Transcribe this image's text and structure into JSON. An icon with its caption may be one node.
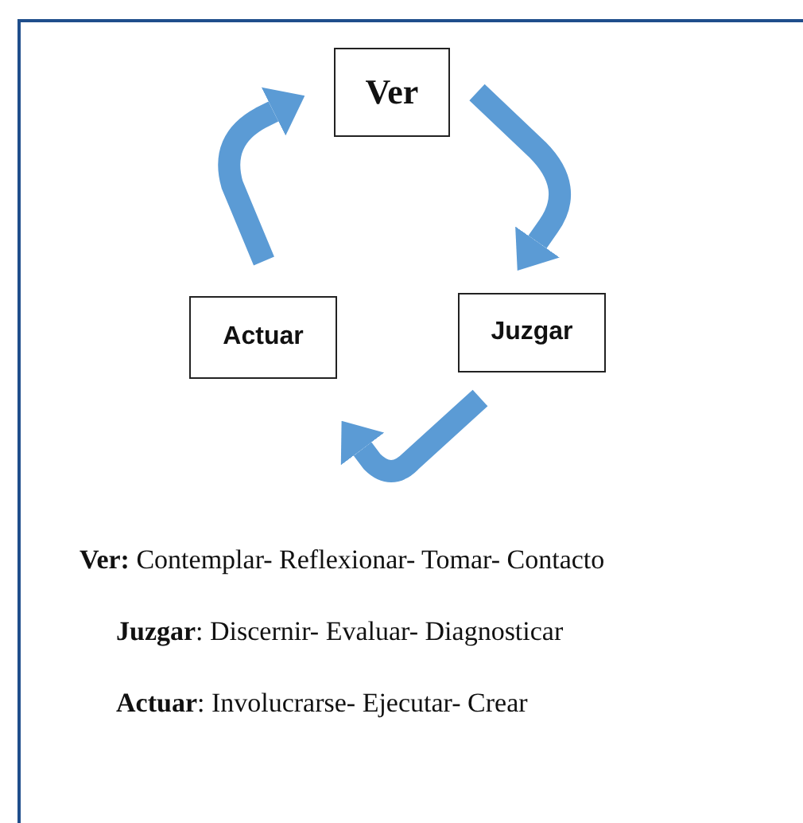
{
  "diagram": {
    "nodes": [
      {
        "text": [
          "Ver"
        ]
      },
      {
        "text": [
          "Juzgar"
        ]
      },
      {
        "text": [
          "Actuar"
        ]
      }
    ],
    "edges": [
      {
        "from": 0,
        "to": 1,
        "arrow": "to"
      },
      {
        "from": 1,
        "to": 2,
        "arrow": "to"
      },
      {
        "from": 2,
        "to": 0,
        "arrow": "to"
      }
    ],
    "labels": [
      "**Ver:** Contemplar- Reflexionar- Tomar- Contacto",
      "**Juzgar**: Discernir- Evaluar- Diagnosticar",
      "**Actuar**: Involucrarse- Ejecutar- Crear"
    ]
  }
}
